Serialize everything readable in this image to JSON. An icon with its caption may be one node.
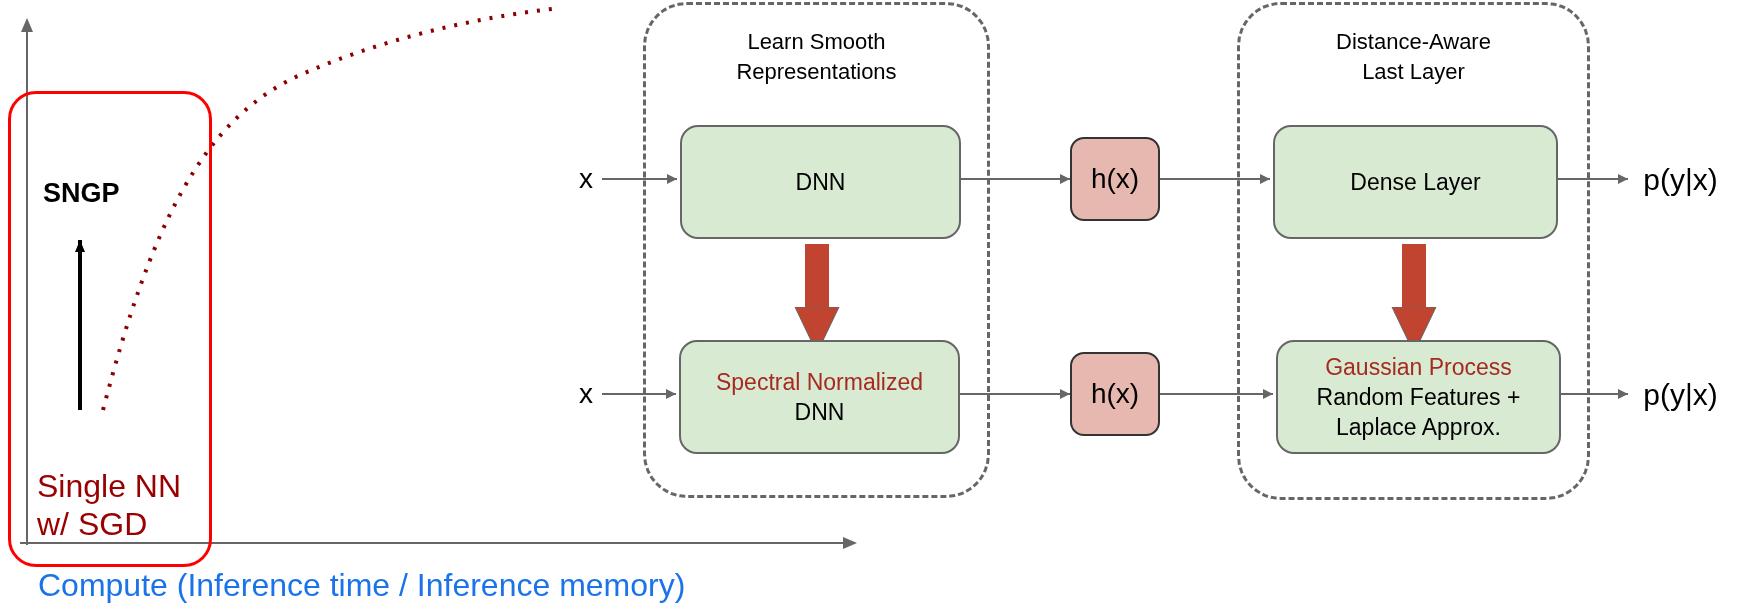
{
  "diagram": {
    "nodes": [
      {
        "text": [
          "Learn Smooth Representations"
        ]
      },
      {
        "text": [
          "DNN"
        ],
        "in": 0
      },
      {
        "text": [
          "Spectral Normalized",
          "DNN"
        ],
        "in": 0
      },
      {
        "text": [
          "Distance-Aware Last Layer"
        ]
      },
      {
        "text": [
          "Dense Layer"
        ],
        "in": 3
      },
      {
        "text": [
          "Gaussian Process",
          "Random Features + Laplace Approx."
        ],
        "in": 3
      },
      {
        "text": [
          "x"
        ]
      },
      {
        "text": [
          "x"
        ]
      },
      {
        "text": [
          "h(x)"
        ]
      },
      {
        "text": [
          "h(x)"
        ]
      },
      {
        "text": [
          "p(y|x)"
        ]
      },
      {
        "text": [
          "p(y|x)"
        ]
      },
      {
        "text": [],
        "shape": "box"
      },
      {
        "text": [
          "SNGP"
        ],
        "in": 12
      },
      {
        "text": [
          "Single NN w/ SGD"
        ],
        "in": 12
      }
    ],
    "edges": [
      {
        "from": 6,
        "to": 1,
        "arrow": "to"
      },
      {
        "from": 1,
        "to": 8,
        "arrow": "to"
      },
      {
        "from": 8,
        "to": 4,
        "arrow": "to"
      },
      {
        "from": 4,
        "to": 10,
        "arrow": "to"
      },
      {
        "from": 7,
        "to": 2,
        "arrow": "to"
      },
      {
        "from": 2,
        "to": 9,
        "arrow": "to"
      },
      {
        "from": 9,
        "to": 5,
        "arrow": "to"
      },
      {
        "from": 5,
        "to": 11,
        "arrow": "to"
      },
      {
        "from": 1,
        "to": 2,
        "arrow": "to",
        "style": "thick",
        "color": "#c0442f"
      },
      {
        "from": 4,
        "to": 5,
        "arrow": "to",
        "style": "thick",
        "color": "#c0442f"
      },
      {
        "from": 14,
        "to": 13,
        "arrow": "to",
        "color": "#000000"
      }
    ],
    "labels": [
      "Compute (Inference time / Inference memory)"
    ]
  }
}
